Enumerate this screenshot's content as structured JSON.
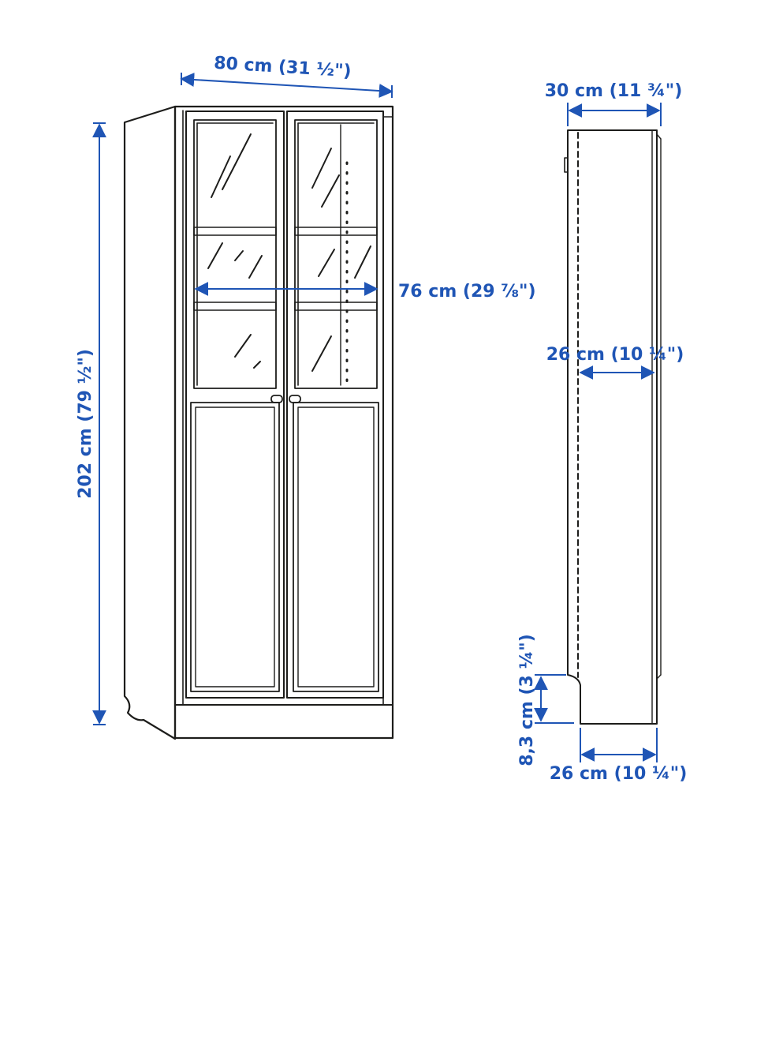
{
  "colors": {
    "dimension": "#1f55b5",
    "outline": "#1d1d1b",
    "background": "#ffffff"
  },
  "dimensions": {
    "width_total": "80 cm (31 ½\")",
    "height_total": "202 cm (79 ½\")",
    "width_inner": "76 cm (29 ⅞\")",
    "depth_total": "30 cm (11 ¾\")",
    "depth_shelf": "26 cm (10 ¼\")",
    "plinth_height": "8,3 cm (3 ¼\")",
    "depth_base": "26 cm (10 ¼\")"
  }
}
